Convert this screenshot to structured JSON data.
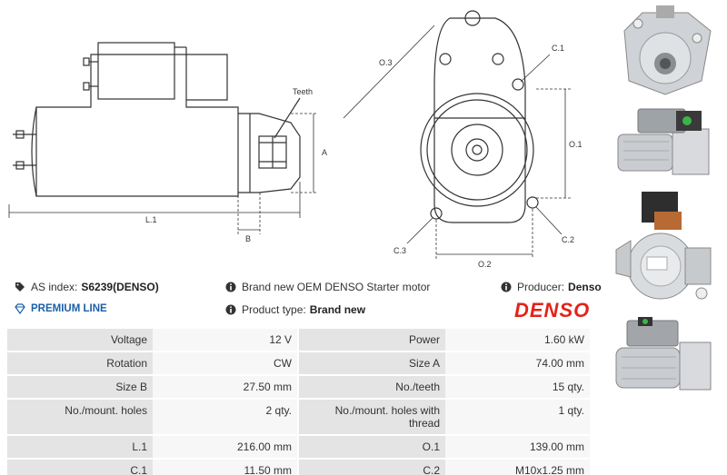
{
  "drawing": {
    "teeth_label": "Teeth",
    "a_label": "A",
    "b_label": "B",
    "l1_label": "L.1",
    "o3_label": "O.3",
    "c1_label": "C.1",
    "o1_label": "O.1",
    "c2_label": "C.2",
    "c3_label": "C.3",
    "o2_label": "O.2"
  },
  "info": {
    "as_index_label": "AS index:",
    "as_index_value": "S6239(DENSO)",
    "premium_line": "PREMIUM LINE",
    "description": "Brand new OEM DENSO Starter motor",
    "product_type_label": "Product type:",
    "product_type_value": "Brand new",
    "producer_label": "Producer:",
    "producer_value": "Denso",
    "logo_text": "DENSO"
  },
  "specs": {
    "rows": [
      {
        "l1": "Voltage",
        "v1": "12 V",
        "l2": "Power",
        "v2": "1.60 kW"
      },
      {
        "l1": "Rotation",
        "v1": "CW",
        "l2": "Size A",
        "v2": "74.00 mm"
      },
      {
        "l1": "Size B",
        "v1": "27.50 mm",
        "l2": "No./teeth",
        "v2": "15 qty."
      },
      {
        "l1": "No./mount. holes",
        "v1": "2 qty.",
        "l2": "No./mount. holes with thread",
        "v2": "1 qty."
      },
      {
        "l1": "L.1",
        "v1": "216.00 mm",
        "l2": "O.1",
        "v2": "139.00 mm"
      },
      {
        "l1": "C.1",
        "v1": "11.50 mm",
        "l2": "C.2",
        "v2": "M10x1.25 mm"
      }
    ]
  },
  "colors": {
    "accent_red": "#e2231a",
    "premium_blue": "#1b5fa8",
    "label_bg": "#e4e4e4",
    "value_bg": "#f7f7f7"
  },
  "icons": [
    "tag-icon",
    "diamond-icon",
    "info-icon"
  ]
}
